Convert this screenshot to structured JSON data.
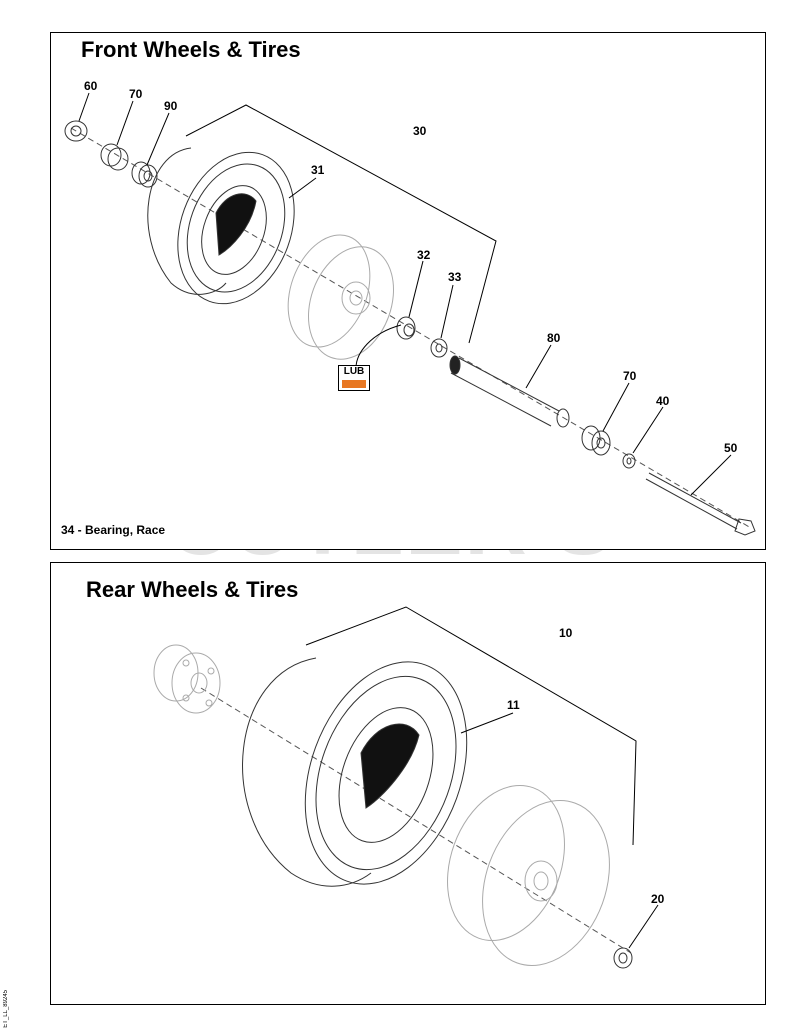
{
  "watermark": "CUTLER’S",
  "doc_code": "ET_LL_89245",
  "front": {
    "title": "Front Wheels & Tires",
    "note": "34 - Bearing, Race",
    "lub_label": "LUB",
    "callouts": [
      "60",
      "70",
      "90",
      "30",
      "31",
      "32",
      "33",
      "80",
      "70",
      "40",
      "50"
    ]
  },
  "rear": {
    "title": "Rear Wheels & Tires",
    "callouts": [
      "10",
      "11",
      "20"
    ]
  },
  "colors": {
    "lub_accent": "#e87722",
    "watermark": "#e4e4e4"
  }
}
